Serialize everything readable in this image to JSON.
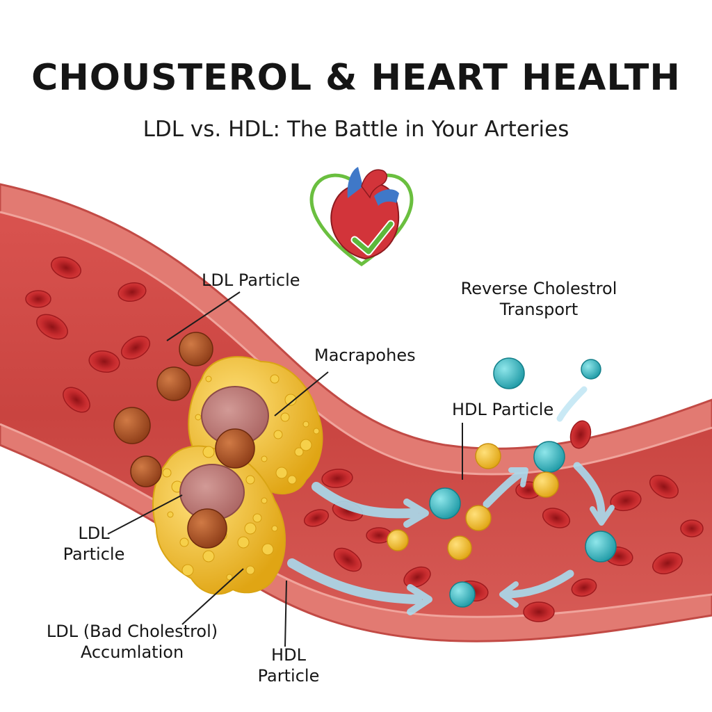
{
  "header": {
    "title": "CHOUSTEROL & HEART HEALTH",
    "subtitle": "LDL vs. HDL: The Battle in Your Arteries"
  },
  "labels": {
    "ldl_particle_top": "LDL Particle",
    "reverse_transport_line1": "Reverse Cholestrol",
    "reverse_transport_line2": "Transport",
    "macrophages": "Macrapohes",
    "hdl_particle_right": "HDL Particle",
    "ldl_particle_left_line1": "LDL",
    "ldl_particle_left_line2": "Particle",
    "ldl_accumulation_line1": "LDL (Bad Cholestrol)",
    "ldl_accumulation_line2": "Accumlation",
    "hdl_particle_bottom_line1": "HDL",
    "hdl_particle_bottom_line2": "Particle"
  },
  "icons": {
    "heart": "heart-with-checkmark-icon"
  },
  "colors": {
    "artery_wall": "#d9625d",
    "artery_lumen": "#c6413f",
    "red_blood_cell": "#b81f24",
    "ldl_particle": "#a94f22",
    "hdl_particle": "#35b7bf",
    "cholesterol_droplet": "#f1c232",
    "plaque": "#f3c62a",
    "macrophage": "#b97a79",
    "flow_arrow": "#a9dcef",
    "check_green": "#6abf3f"
  }
}
